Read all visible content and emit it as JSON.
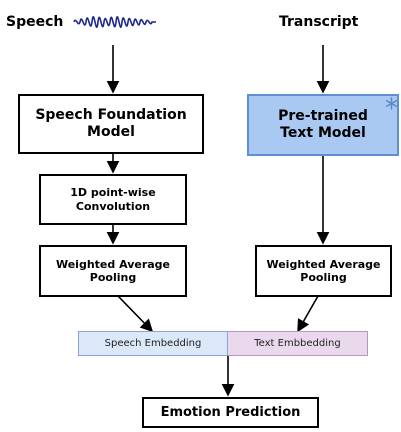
{
  "inputs": {
    "speech": "Speech",
    "transcript": "Transcript"
  },
  "speech_branch": {
    "foundation": "Speech Foundation\nModel",
    "conv": "1D point-wise\nConvolution",
    "pooling": "Weighted Average\nPooling"
  },
  "text_branch": {
    "model": "Pre-trained\nText Model",
    "pooling": "Weighted Average\nPooling"
  },
  "embeddings": {
    "speech": "Speech Embedding",
    "text": "Text Embbedding"
  },
  "output": "Emotion Prediction",
  "colors": {
    "text_model_fill": "#a9c9f2",
    "text_model_border": "#5f8fd0",
    "speech_embed_fill": "#dbe8f8",
    "text_embed_fill": "#ead9ec",
    "waveform": "#1e2a8c",
    "snowflake": "#5b88c9"
  },
  "icons": {
    "waveform": "speech-waveform-icon",
    "frozen": "snowflake-icon"
  }
}
